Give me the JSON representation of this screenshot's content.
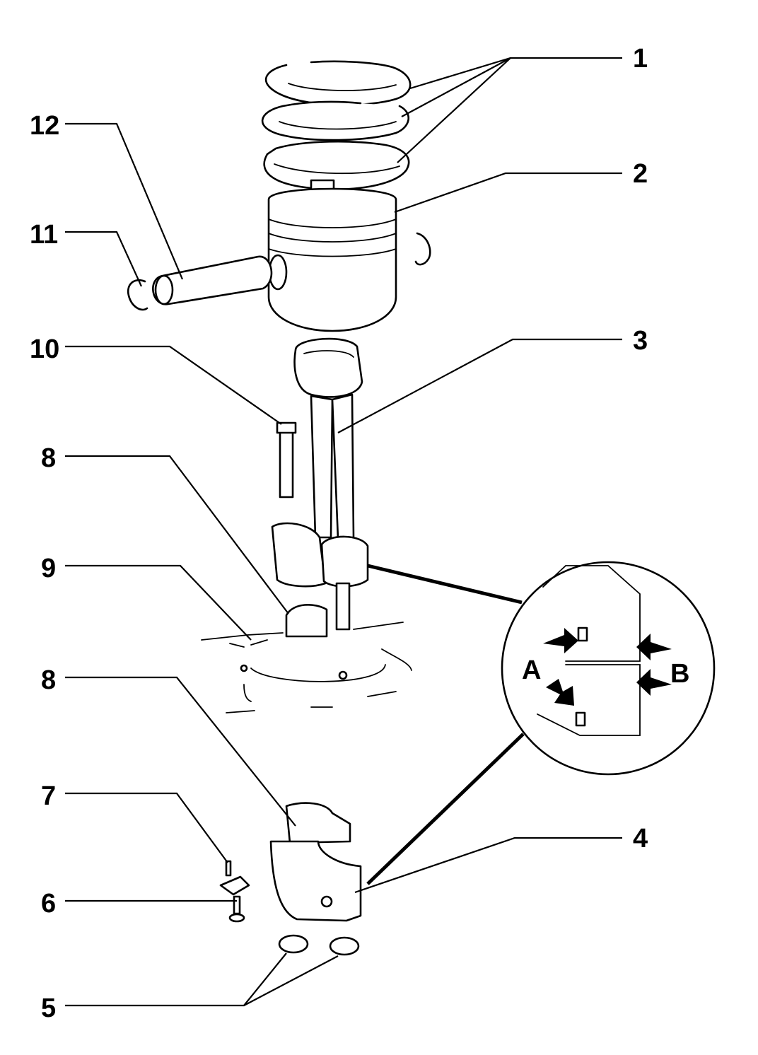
{
  "diagram": {
    "callouts": [
      "1",
      "2",
      "3",
      "4",
      "5",
      "6",
      "7",
      "8",
      "8",
      "9",
      "10",
      "11",
      "12"
    ],
    "detail_labels": [
      "A",
      "B"
    ]
  }
}
